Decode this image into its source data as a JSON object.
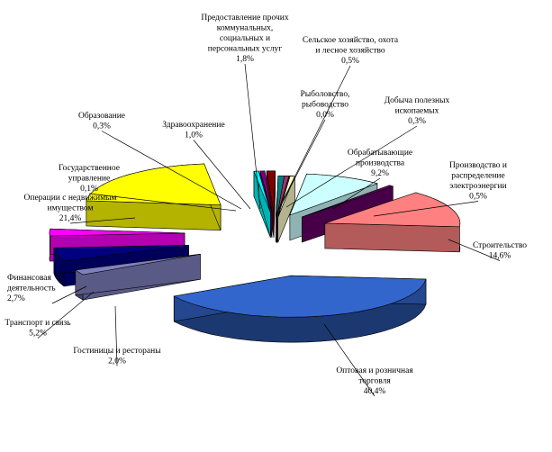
{
  "chart_data": {
    "type": "pie",
    "style": "3d-exploded",
    "title": "",
    "slices": [
      {
        "name": "Сельское хозяйство, охота и лесное хозяйство",
        "value_label": "0,5%",
        "value": 0.5,
        "color": "#9999ff"
      },
      {
        "name": "Рыболовство, рыбоводство",
        "value_label": "0,0%",
        "value": 0.0,
        "color": "#993366"
      },
      {
        "name": "Добыча полезных ископаемых",
        "value_label": "0,3%",
        "value": 0.3,
        "color": "#ffffcc"
      },
      {
        "name": "Обрабатывающие производства",
        "value_label": "9,2%",
        "value": 9.2,
        "color": "#ccffff"
      },
      {
        "name": "Производство и распределение электроэнергии",
        "value_label": "0,5%",
        "value": 0.5,
        "color": "#660066"
      },
      {
        "name": "Строительство",
        "value_label": "14,6%",
        "value": 14.6,
        "color": "#ff8080"
      },
      {
        "name": "Оптовая и розничная торговля",
        "value_label": "40,4%",
        "value": 40.4,
        "color": "#3366cc"
      },
      {
        "name": "Гостиницы и рестораны",
        "value_label": "2,0%",
        "value": 2.0,
        "color": "#8080c0"
      },
      {
        "name": "Транспорт и связь",
        "value_label": "5,2%",
        "value": 5.2,
        "color": "#000080"
      },
      {
        "name": "Финансовая деятельность",
        "value_label": "2,7%",
        "value": 2.7,
        "color": "#ff00ff"
      },
      {
        "name": "Операции с недвижимым имуществом",
        "value_label": "21,4%",
        "value": 21.4,
        "color": "#ffff00"
      },
      {
        "name": "Государственное управление",
        "value_label": "0,1%",
        "value": 0.1,
        "color": "#00ffff"
      },
      {
        "name": "Образование",
        "value_label": "0,3%",
        "value": 0.3,
        "color": "#800080"
      },
      {
        "name": "Здравоохранение",
        "value_label": "1,0%",
        "value": 1.0,
        "color": "#800000"
      },
      {
        "name": "Предоставление прочих коммунальных, социальных и персональных услуг",
        "value_label": "1,8%",
        "value": 1.8,
        "color": "#008080"
      }
    ]
  },
  "labels": [
    {
      "lines": [
        "Предоставление прочих",
        "коммунальных,",
        "социальных и",
        "персональных услуг",
        "1,8%"
      ]
    },
    {
      "lines": [
        "Сельское хозяйство, охота",
        "и лесное хозяйство",
        "0,5%"
      ]
    },
    {
      "lines": [
        "Рыболовство,",
        "рыбоводство",
        "0,0%"
      ]
    },
    {
      "lines": [
        "Добыча полезных",
        "ископаемых",
        "0,3%"
      ]
    },
    {
      "lines": [
        "Образование",
        "0,3%"
      ]
    },
    {
      "lines": [
        "Здравоохранение",
        "1,0%"
      ]
    },
    {
      "lines": [
        "Обрабатывающие",
        "производства",
        "9,2%"
      ]
    },
    {
      "lines": [
        "Производство и",
        "распределение",
        "электроэнергии",
        "0,5%"
      ]
    },
    {
      "lines": [
        "Государственное",
        "управление",
        "0,1%"
      ]
    },
    {
      "lines": [
        "Операции с недвижимым",
        "имуществом",
        "21,4%"
      ]
    },
    {
      "lines": [
        "Строительство",
        "14,6%"
      ]
    },
    {
      "lines": [
        "Финансовая",
        "деятельность",
        "2,7%"
      ]
    },
    {
      "lines": [
        "Транспорт и связь",
        "5,2%"
      ]
    },
    {
      "lines": [
        "Гостиницы и рестораны",
        "2,0%"
      ]
    },
    {
      "lines": [
        "Оптовая и розничная",
        "торговля",
        "40,4%"
      ]
    }
  ]
}
